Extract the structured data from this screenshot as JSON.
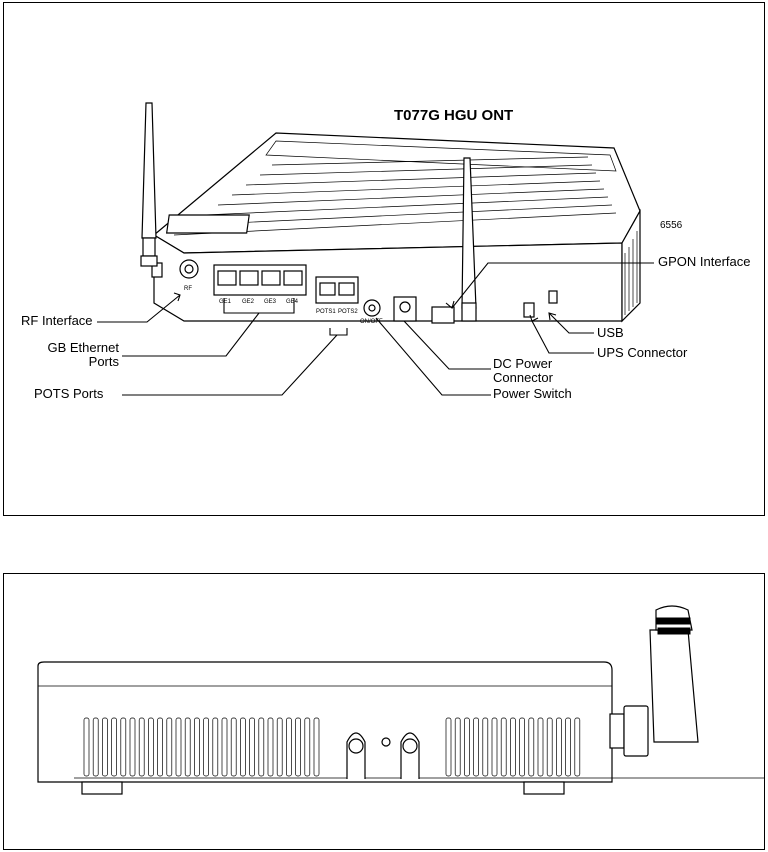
{
  "figure": {
    "title": "T077G HGU ONT",
    "figure_number": "6556"
  },
  "callouts": {
    "rf_interface": "RF Interface",
    "gb_ethernet_line1": "GB Ethernet",
    "gb_ethernet_line2": "Ports",
    "pots_ports": "POTS Ports",
    "gpon_interface": "GPON Interface",
    "usb": "USB",
    "ups_connector": "UPS Connector",
    "dc_power_line1": "DC Power",
    "dc_power_line2": "Connector",
    "power_switch": "Power Switch"
  },
  "port_labels": {
    "rf": "RF",
    "ge1": "GE1",
    "ge2": "GE2",
    "ge3": "GE3",
    "ge4": "GE4",
    "pots1": "POTS1",
    "pots2": "POTS2",
    "onoff": "ON/OFF"
  }
}
